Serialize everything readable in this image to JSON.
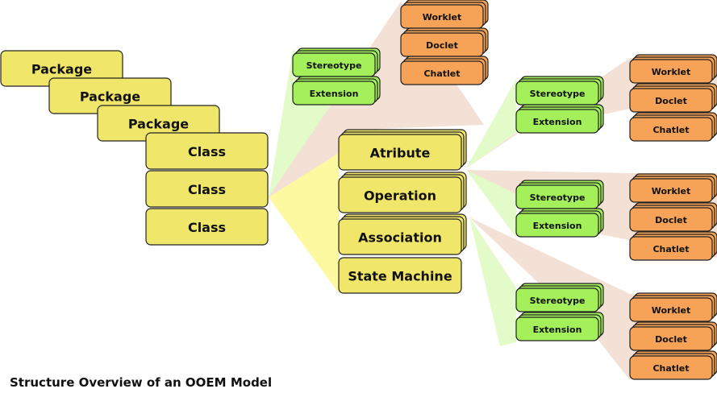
{
  "colors": {
    "class_fill": "#f0e66a",
    "green_fill": "#a3f05a",
    "orange_fill": "#f7a357",
    "fan_yellow": "#fdf9a0",
    "fan_green": "#e2fbc9",
    "fan_peach": "#f4e1d5",
    "stroke": "#222222"
  },
  "packages": [
    "Package",
    "Package",
    "Package"
  ],
  "classes": [
    "Class",
    "Class",
    "Class"
  ],
  "members": [
    {
      "label": "Atribute",
      "stacked": true
    },
    {
      "label": "Operation",
      "stacked": true
    },
    {
      "label": "Association",
      "stacked": true
    },
    {
      "label": "State Machine",
      "stacked": false
    }
  ],
  "groups": [
    {
      "meta": [
        "Stereotype",
        "Extension"
      ],
      "kinds": [
        "Worklet",
        "Doclet",
        "Chatlet"
      ]
    },
    {
      "meta": [
        "Stereotype",
        "Extension"
      ],
      "kinds": [
        "Worklet",
        "Doclet",
        "Chatlet"
      ]
    },
    {
      "meta": [
        "Stereotype",
        "Extension"
      ],
      "kinds": [
        "Worklet",
        "Doclet",
        "Chatlet"
      ]
    },
    {
      "meta": [
        "Stereotype",
        "Extension"
      ],
      "kinds": [
        "Worklet",
        "Doclet",
        "Chatlet"
      ]
    }
  ],
  "caption": "Structure Overview of an OOEM Model"
}
